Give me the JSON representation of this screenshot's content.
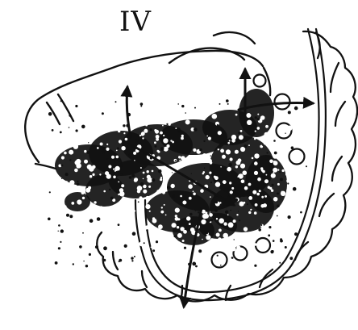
{
  "figure": {
    "panel_label": "IV"
  },
  "palette": {
    "ink": "#111111",
    "background": "#ffffff"
  },
  "parts": {
    "upper_organ": "upper-organ-outline",
    "colon": "colon-outline",
    "tube": "tube-outline",
    "lymph_nodes": "lymph-node-circles",
    "mass": "stippled-mass",
    "arrows": "spread-arrows"
  }
}
